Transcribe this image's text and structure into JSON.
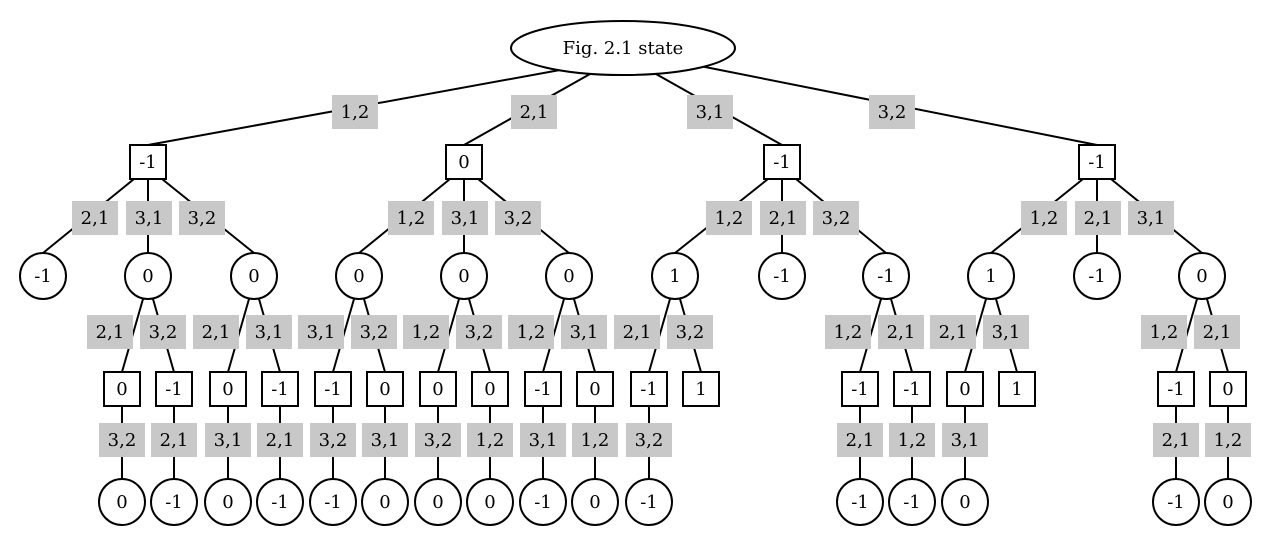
{
  "root": {
    "label": "Fig. 2.1 state",
    "children": [
      {
        "move": "1,2",
        "node": {
          "shape": "square",
          "value": "-1",
          "children": [
            {
              "move": "2,1",
              "node": {
                "shape": "circle",
                "value": "-1"
              }
            },
            {
              "move": "3,1",
              "node": {
                "shape": "circle",
                "value": "0",
                "children": [
                  {
                    "move": "2,1",
                    "node": {
                      "shape": "square",
                      "value": "0",
                      "children": [
                        {
                          "move": "3,2",
                          "node": {
                            "shape": "circle",
                            "value": "0"
                          }
                        }
                      ]
                    }
                  },
                  {
                    "move": "3,2",
                    "node": {
                      "shape": "square",
                      "value": "-1",
                      "children": [
                        {
                          "move": "2,1",
                          "node": {
                            "shape": "circle",
                            "value": "-1"
                          }
                        }
                      ]
                    }
                  }
                ]
              }
            },
            {
              "move": "3,2",
              "node": {
                "shape": "circle",
                "value": "0",
                "children": [
                  {
                    "move": "2,1",
                    "node": {
                      "shape": "square",
                      "value": "0",
                      "children": [
                        {
                          "move": "3,1",
                          "node": {
                            "shape": "circle",
                            "value": "0"
                          }
                        }
                      ]
                    }
                  },
                  {
                    "move": "3,1",
                    "node": {
                      "shape": "square",
                      "value": "-1",
                      "children": [
                        {
                          "move": "2,1",
                          "node": {
                            "shape": "circle",
                            "value": "-1"
                          }
                        }
                      ]
                    }
                  }
                ]
              }
            }
          ]
        }
      },
      {
        "move": "2,1",
        "node": {
          "shape": "square",
          "value": "0",
          "children": [
            {
              "move": "1,2",
              "node": {
                "shape": "circle",
                "value": "0",
                "children": [
                  {
                    "move": "3,1",
                    "node": {
                      "shape": "square",
                      "value": "-1",
                      "children": [
                        {
                          "move": "3,2",
                          "node": {
                            "shape": "circle",
                            "value": "-1"
                          }
                        }
                      ]
                    }
                  },
                  {
                    "move": "3,2",
                    "node": {
                      "shape": "square",
                      "value": "0",
                      "children": [
                        {
                          "move": "3,1",
                          "node": {
                            "shape": "circle",
                            "value": "0"
                          }
                        }
                      ]
                    }
                  }
                ]
              }
            },
            {
              "move": "3,1",
              "node": {
                "shape": "circle",
                "value": "0",
                "children": [
                  {
                    "move": "1,2",
                    "node": {
                      "shape": "square",
                      "value": "0",
                      "children": [
                        {
                          "move": "3,2",
                          "node": {
                            "shape": "circle",
                            "value": "0"
                          }
                        }
                      ]
                    }
                  },
                  {
                    "move": "3,2",
                    "node": {
                      "shape": "square",
                      "value": "0",
                      "children": [
                        {
                          "move": "1,2",
                          "node": {
                            "shape": "circle",
                            "value": "0"
                          }
                        }
                      ]
                    }
                  }
                ]
              }
            },
            {
              "move": "3,2",
              "node": {
                "shape": "circle",
                "value": "0",
                "children": [
                  {
                    "move": "1,2",
                    "node": {
                      "shape": "square",
                      "value": "-1",
                      "children": [
                        {
                          "move": "3,1",
                          "node": {
                            "shape": "circle",
                            "value": "-1"
                          }
                        }
                      ]
                    }
                  },
                  {
                    "move": "3,1",
                    "node": {
                      "shape": "square",
                      "value": "0",
                      "children": [
                        {
                          "move": "1,2",
                          "node": {
                            "shape": "circle",
                            "value": "0"
                          }
                        }
                      ]
                    }
                  }
                ]
              }
            }
          ]
        }
      },
      {
        "move": "3,1",
        "node": {
          "shape": "square",
          "value": "-1",
          "children": [
            {
              "move": "1,2",
              "node": {
                "shape": "circle",
                "value": "1",
                "children": [
                  {
                    "move": "2,1",
                    "node": {
                      "shape": "square",
                      "value": "-1",
                      "children": [
                        {
                          "move": "3,2",
                          "node": {
                            "shape": "circle",
                            "value": "-1"
                          }
                        }
                      ]
                    }
                  },
                  {
                    "move": "3,2",
                    "node": {
                      "shape": "square",
                      "value": "1"
                    }
                  }
                ]
              }
            },
            {
              "move": "2,1",
              "node": {
                "shape": "circle",
                "value": "-1"
              }
            },
            {
              "move": "3,2",
              "node": {
                "shape": "circle",
                "value": "-1",
                "children": [
                  {
                    "move": "1,2",
                    "node": {
                      "shape": "square",
                      "value": "-1",
                      "children": [
                        {
                          "move": "2,1",
                          "node": {
                            "shape": "circle",
                            "value": "-1"
                          }
                        }
                      ]
                    }
                  },
                  {
                    "move": "2,1",
                    "node": {
                      "shape": "square",
                      "value": "-1",
                      "children": [
                        {
                          "move": "1,2",
                          "node": {
                            "shape": "circle",
                            "value": "-1"
                          }
                        }
                      ]
                    }
                  }
                ]
              }
            }
          ]
        }
      },
      {
        "move": "3,2",
        "node": {
          "shape": "square",
          "value": "-1",
          "children": [
            {
              "move": "1,2",
              "node": {
                "shape": "circle",
                "value": "1",
                "children": [
                  {
                    "move": "2,1",
                    "node": {
                      "shape": "square",
                      "value": "0",
                      "children": [
                        {
                          "move": "3,1",
                          "node": {
                            "shape": "circle",
                            "value": "0"
                          }
                        }
                      ]
                    }
                  },
                  {
                    "move": "3,1",
                    "node": {
                      "shape": "square",
                      "value": "1"
                    }
                  }
                ]
              }
            },
            {
              "move": "2,1",
              "node": {
                "shape": "circle",
                "value": "-1"
              }
            },
            {
              "move": "3,1",
              "node": {
                "shape": "circle",
                "value": "0",
                "children": [
                  {
                    "move": "1,2",
                    "node": {
                      "shape": "square",
                      "value": "-1",
                      "children": [
                        {
                          "move": "2,1",
                          "node": {
                            "shape": "circle",
                            "value": "-1"
                          }
                        }
                      ]
                    }
                  },
                  {
                    "move": "2,1",
                    "node": {
                      "shape": "square",
                      "value": "0",
                      "children": [
                        {
                          "move": "1,2",
                          "node": {
                            "shape": "circle",
                            "value": "0"
                          }
                        }
                      ]
                    }
                  }
                ]
              }
            }
          ]
        }
      }
    ]
  }
}
